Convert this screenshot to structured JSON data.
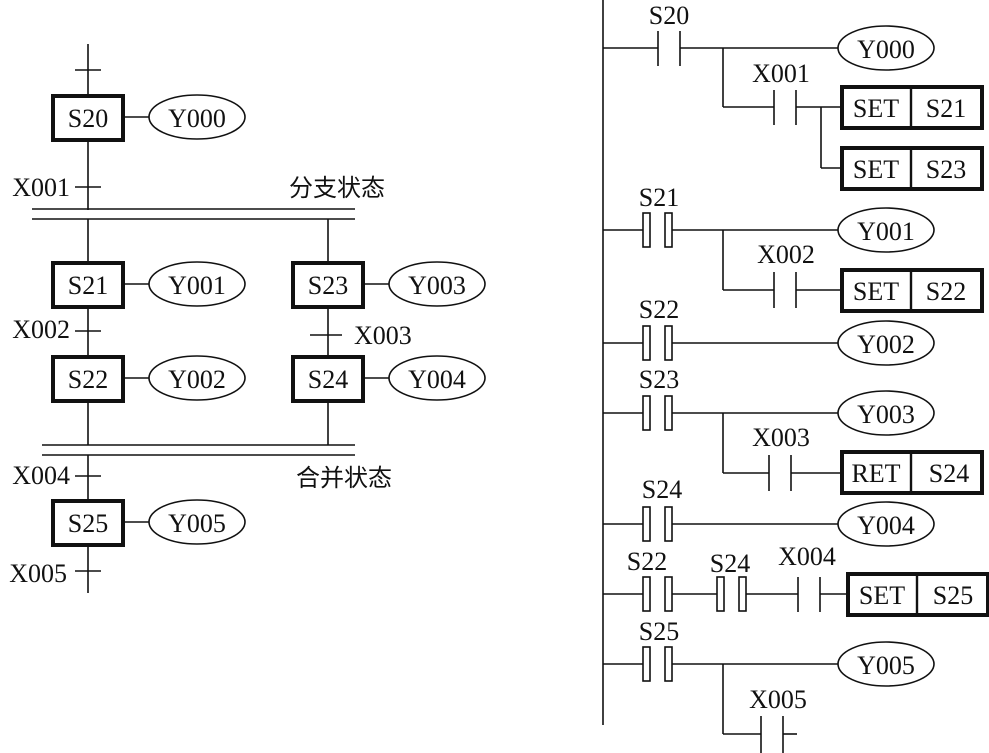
{
  "sfc": {
    "initial_step": "S20",
    "initial_output": "Y000",
    "branch_label": "分支状态",
    "merge_label": "合并状态",
    "transitions": {
      "t1": "X001",
      "t2": "X002",
      "t3": "X003",
      "t4": "X004",
      "t5": "X005"
    },
    "steps": {
      "s21": {
        "step": "S21",
        "output": "Y001"
      },
      "s22": {
        "step": "S22",
        "output": "Y002"
      },
      "s23": {
        "step": "S23",
        "output": "Y003"
      },
      "s24": {
        "step": "S24",
        "output": "Y004"
      },
      "s25": {
        "step": "S25",
        "output": "Y005"
      }
    }
  },
  "ladder": {
    "rungs": [
      {
        "contact": "S20",
        "coil": "Y000",
        "branch_contact": "X001",
        "instr1": "SET",
        "target1": "S21",
        "instr2": "SET",
        "target2": "S23"
      },
      {
        "contact": "S21",
        "coil": "Y001",
        "branch_contact": "X002",
        "instr": "SET",
        "target": "S22"
      },
      {
        "contact": "S22",
        "coil": "Y002"
      },
      {
        "contact": "S23",
        "coil": "Y003",
        "branch_contact": "X003",
        "instr": "RET",
        "target": "S24"
      },
      {
        "contact": "S24",
        "coil": "Y004"
      },
      {
        "contacts": [
          "S22",
          "S24",
          "X004"
        ],
        "instr": "SET",
        "target": "S25"
      },
      {
        "contact": "S25",
        "coil": "Y005",
        "branch_contact": "X005"
      }
    ]
  }
}
